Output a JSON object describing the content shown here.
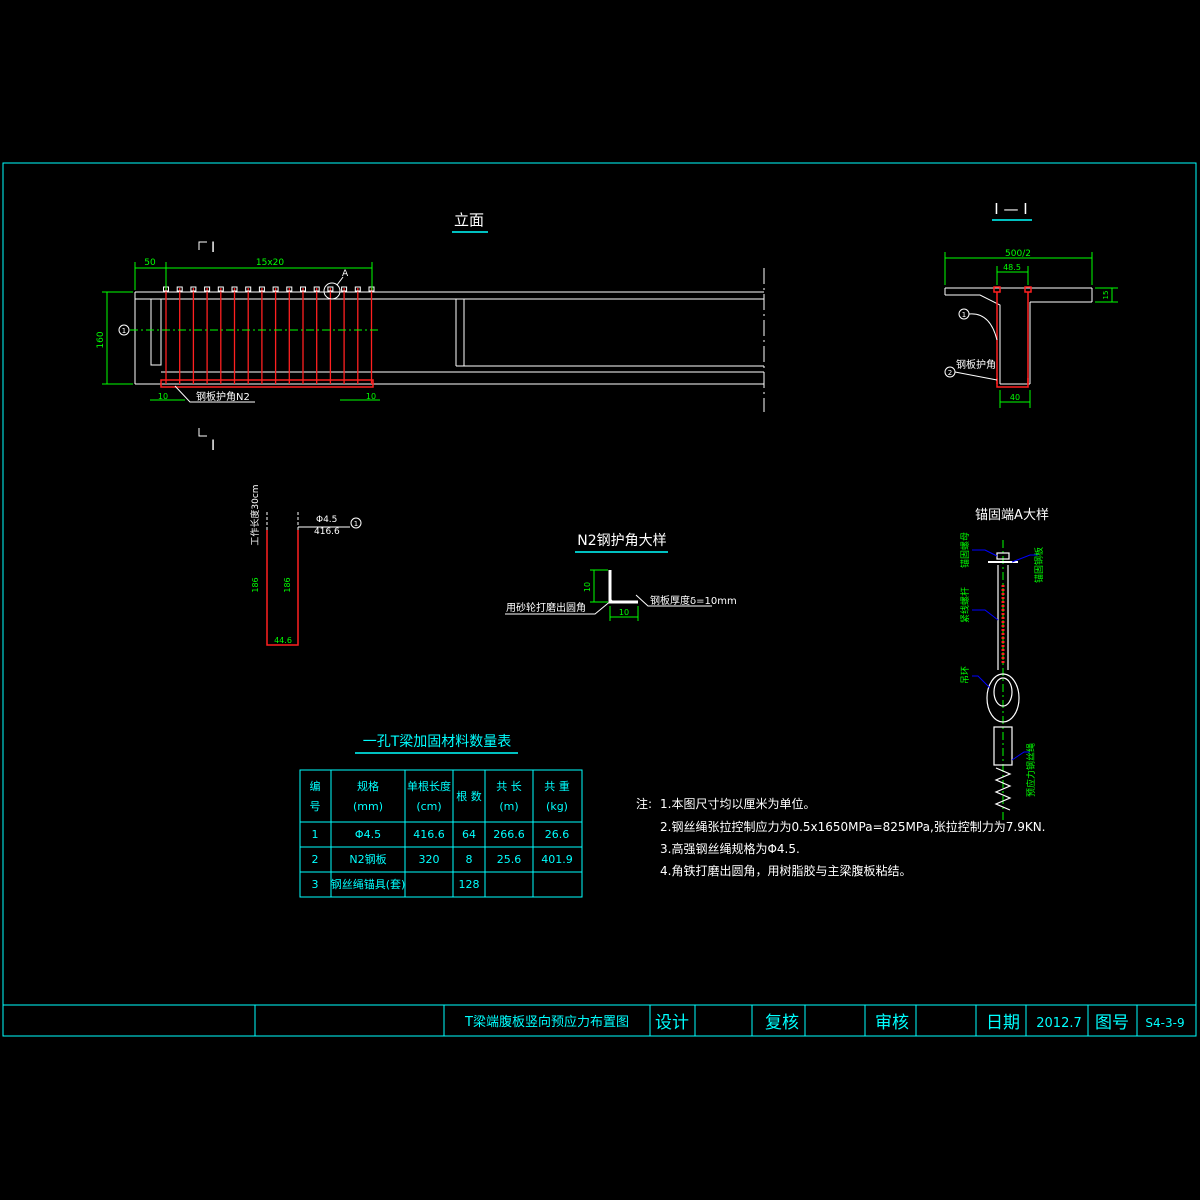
{
  "colors": {
    "background": "#000000",
    "frame": "#00ffff",
    "structure": "#ffffff",
    "rebar": "#ff2020",
    "dimension": "#00ff00",
    "leader": "#0000ff",
    "title_underline": "#00ffff"
  },
  "elevation": {
    "title": "立面",
    "dim_left": "50",
    "dim_span": "15x20",
    "dim_height": "160",
    "dim_bottom_left": "10",
    "dim_bottom_right": "10",
    "detail_mark": "A",
    "callout_1": "1",
    "plate_label": "钢板护角N2",
    "section_mark_top": "I",
    "section_mark_bottom": "I"
  },
  "section": {
    "title": "I — I",
    "dim_top": "500/2",
    "dim_web": "48.5",
    "dim_flange": "15",
    "dim_bottom": "40",
    "callout_1": "1",
    "callout_2": "2",
    "plate_label": "钢板护角"
  },
  "wire_detail": {
    "work_length": "工作长度30cm",
    "spec": "Φ4.5",
    "length": "416.6",
    "dim_left": "186",
    "dim_right": "186",
    "dim_bottom": "44.6",
    "callout": "1"
  },
  "n2_detail": {
    "title": "N2钢护角大样",
    "dim_vertical": "10",
    "dim_horizontal": "10",
    "grind_note": "用砂轮打磨出圆角",
    "thickness_note": "钢板厚度δ=10mm"
  },
  "anchor_detail": {
    "title": "锚固端A大样",
    "labels": [
      "锚固螺母",
      "锚固钢板",
      "紧线螺杆",
      "吊环",
      "预应力钢丝绳"
    ]
  },
  "material_table": {
    "title": "一孔T梁加固材料数量表",
    "headers": [
      [
        "编",
        "号"
      ],
      [
        "规格",
        "(mm)"
      ],
      [
        "单根长度",
        "(cm)"
      ],
      [
        "根 数",
        ""
      ],
      [
        "共 长",
        "(m)"
      ],
      [
        "共 重",
        "(kg)"
      ]
    ],
    "rows": [
      [
        "1",
        "Φ4.5",
        "416.6",
        "64",
        "266.6",
        "26.6"
      ],
      [
        "2",
        "N2钢板",
        "320",
        "8",
        "25.6",
        "401.9"
      ],
      [
        "3",
        "钢丝绳锚具(套)",
        "",
        "128",
        "",
        ""
      ]
    ]
  },
  "notes": {
    "prefix": "注:",
    "lines": [
      "1.本图尺寸均以厘米为单位。",
      "2.钢丝绳张拉控制应力为0.5x1650MPa=825MPa,张拉控制力为7.9KN.",
      "3.高强钢丝绳规格为Φ4.5.",
      "4.角铁打磨出圆角，用树脂胶与主梁腹板粘结。"
    ]
  },
  "title_block": {
    "drawing_title": "T梁端腹板竖向预应力布置图",
    "design_label": "设计",
    "review_label": "复核",
    "approve_label": "审核",
    "date_label": "日期",
    "date_value": "2012.7",
    "sheet_label": "图号",
    "sheet_value": "S4-3-9"
  }
}
